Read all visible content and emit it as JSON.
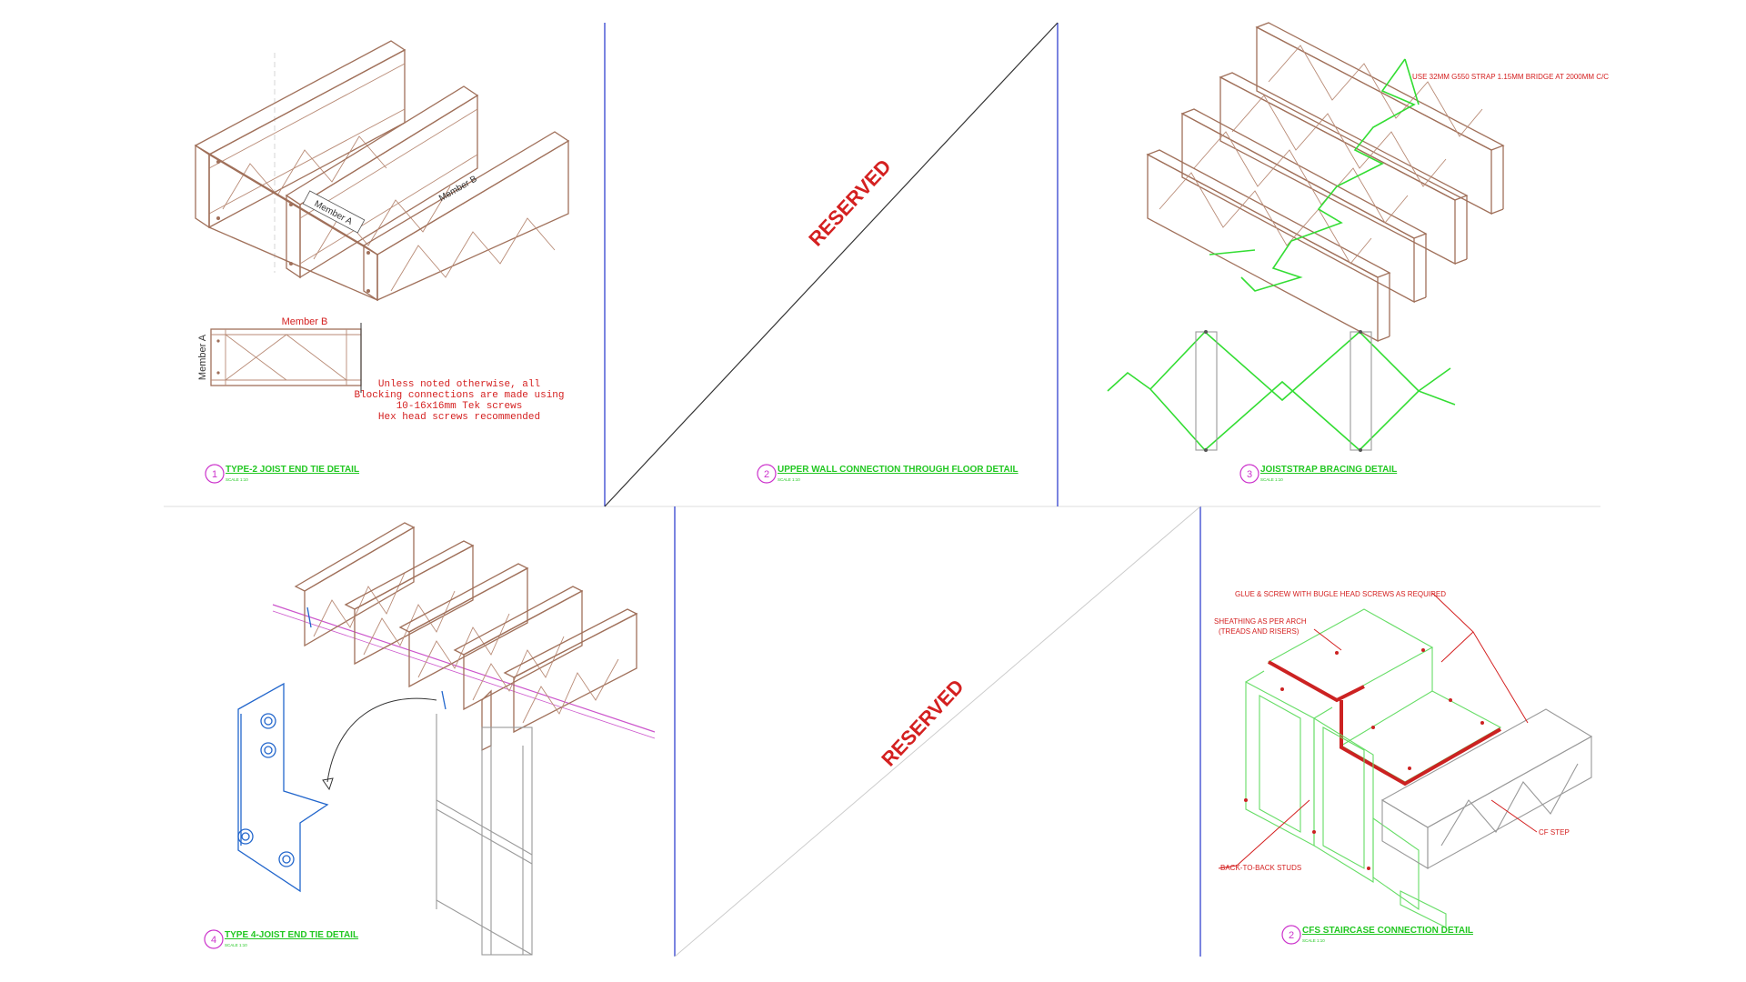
{
  "panels": [
    {
      "number": "1",
      "title": "TYPE-2 JOIST END TIE DETAIL",
      "scale": "SCALE 1:10"
    },
    {
      "number": "2",
      "title": "UPPER WALL CONNECTION THROUGH FLOOR DETAIL",
      "scale": "SCALE 1:10"
    },
    {
      "number": "3",
      "title": "JOISTSTRAP BRACING DETAIL",
      "scale": "SCALE 1:10"
    },
    {
      "number": "4",
      "title": "TYPE 4-JOIST END TIE DETAIL",
      "scale": "SCALE 1:10"
    },
    {
      "number": "2",
      "title": "CFS STAIRCASE CONNECTION DETAIL",
      "scale": "SCALE 1:10"
    }
  ],
  "reserved": [
    "RESERVED",
    "RESERVED"
  ],
  "detail1": {
    "member_a": "Member A",
    "member_b": "Member B",
    "note": [
      "Unless noted otherwise, all",
      "Blocking connections are made using",
      "10-16x16mm Tek screws",
      "Hex head screws recommended"
    ]
  },
  "detail3": {
    "note": "USE 32MM G550 STRAP 1.15MM BRIDGE AT 2000MM C/C"
  },
  "detail5": {
    "glue_note": "GLUE & SCREW WITH BUGLE HEAD SCREWS AS REQUIRED",
    "sheathing_1": "SHEATHING AS PER ARCH",
    "sheathing_2": "(TREADS AND RISERS)",
    "studs": "BACK-TO-BACK STUDS",
    "step": "CF STEP"
  },
  "colors": {
    "title_green": "#22c722",
    "note_red": "#d42020",
    "joist_brown": "#a0705a",
    "divider_blue": "#2233cc"
  }
}
